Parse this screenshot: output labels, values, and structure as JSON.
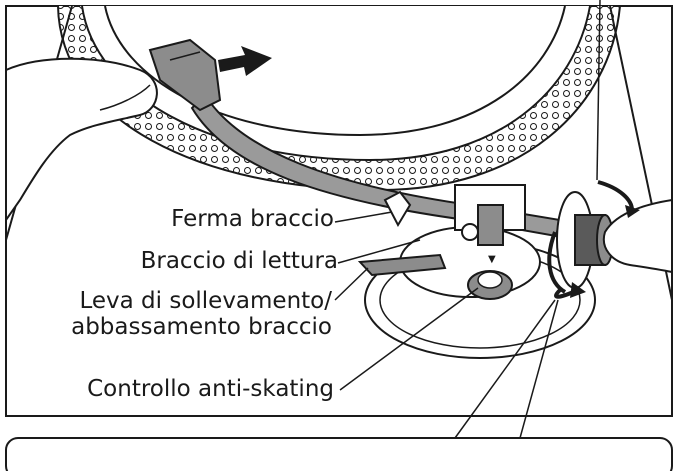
{
  "labels": {
    "arm_rest": "Ferma braccio",
    "tone_arm": "Braccio di lettura",
    "lift_lever_line1": "Leva di sollevamento/",
    "lift_lever_line2": "abbassamento braccio",
    "anti_skating": "Controllo anti-skating"
  },
  "icons": [
    "arrow-right-icon",
    "rotate-arrows-icon"
  ],
  "colors": {
    "line": "#1a1a1a",
    "shade": "#8c8c8c",
    "dark_shade": "#5a5a5a",
    "background": "#ffffff"
  }
}
